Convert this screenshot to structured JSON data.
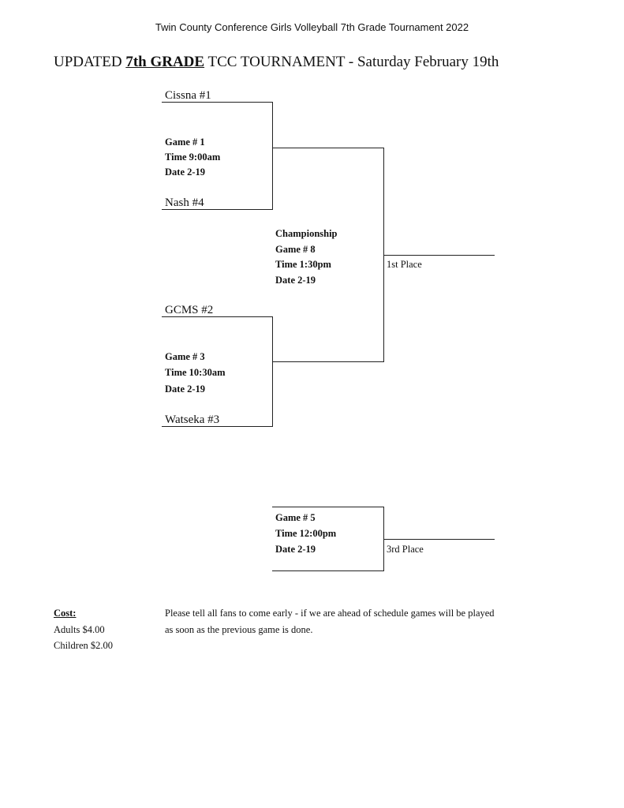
{
  "header": "Twin County Conference Girls Volleyball 7th Grade Tournament  2022",
  "title": {
    "prefix": "UPDATED ",
    "emphasis": "7th GRADE",
    "suffix": " TCC TOURNAMENT - Saturday February 19th"
  },
  "bracket": {
    "teams": [
      "Cissna #1",
      "Nash #4",
      "GCMS #2",
      "Watseka #3"
    ],
    "game1": {
      "game": "Game # 1",
      "time": "Time 9:00am",
      "date": "Date 2-19"
    },
    "game3": {
      "game": "Game # 3",
      "time": "Time  10:30am",
      "date": "Date  2-19"
    },
    "championship": {
      "label": "Championship",
      "game": "Game # 8",
      "time": "Time 1:30pm",
      "date": "Date 2-19"
    },
    "first_place": "1st Place",
    "game5": {
      "game": "Game # 5",
      "time": "Time 12:00pm",
      "date": "Date 2-19"
    },
    "third_place": "3rd Place"
  },
  "cost": {
    "label": "Cost:",
    "adults": "Adults $4.00",
    "children": "Children $2.00"
  },
  "note": {
    "line1": "Please tell all fans to come early - if we are ahead of schedule games will be played",
    "line2": "as soon as the previous game is done."
  }
}
